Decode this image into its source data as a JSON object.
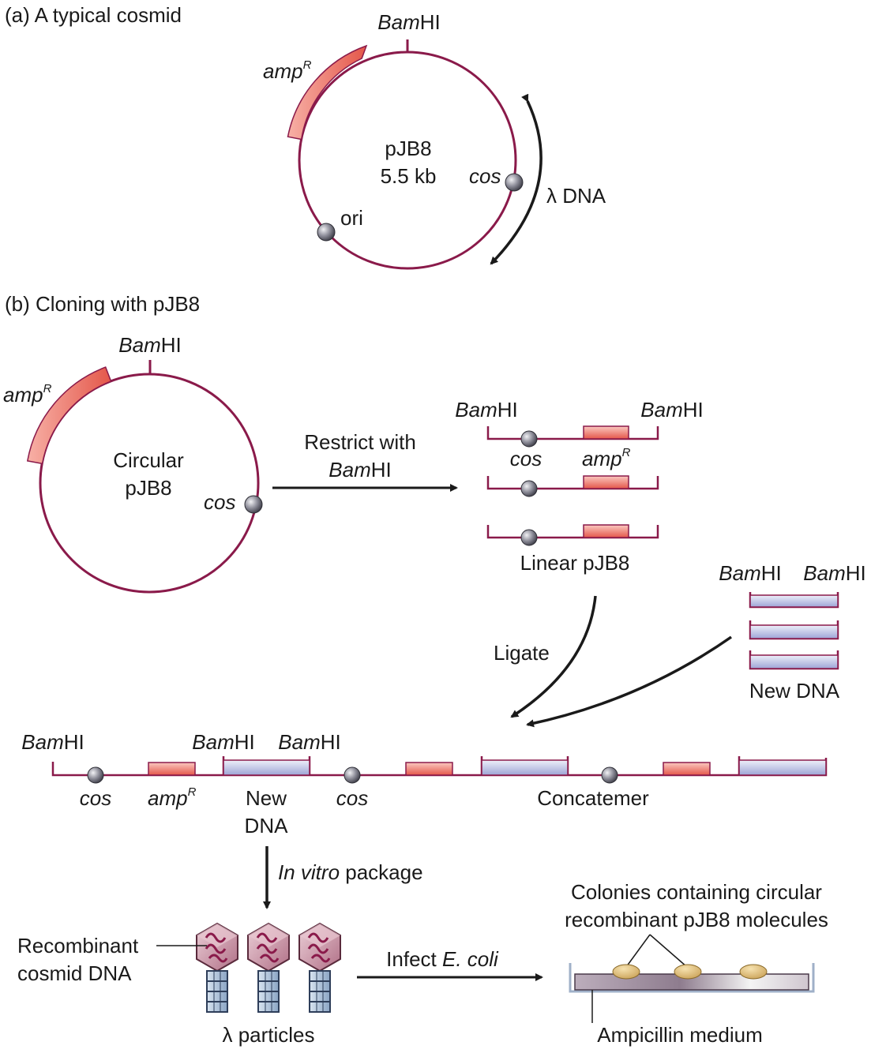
{
  "colors": {
    "dna_line": "#8a1a4a",
    "amp_fill_start": "#f7b0a6",
    "amp_fill_end": "#e4574a",
    "new_dna_fill_start": "#e6e8f7",
    "new_dna_fill_end": "#9ea5d6",
    "cos_site": "#6e6e78",
    "arrow": "#1a1a1a",
    "phage_head": "#c98a9e",
    "phage_tail": "#9fb6d2",
    "colony": "#e2c07a",
    "medium_start": "#b8aab8",
    "medium_end": "#f2f2f2"
  },
  "panel_a": {
    "heading": "(a) A typical cosmid",
    "bamhi_italic": "Bam",
    "bamhi_rest": "HI",
    "amp_italic": "amp",
    "amp_sup": "R",
    "plasmid_name": "pJB8",
    "plasmid_size": "5.5 kb",
    "cos": "cos",
    "ori": "ori",
    "lambda_dna": "λ DNA"
  },
  "panel_b": {
    "heading": "(b) Cloning with pJB8",
    "bamhi_italic": "Bam",
    "bamhi_rest": "HI",
    "amp_italic": "amp",
    "amp_sup": "R",
    "circular_line1": "Circular",
    "circular_line2": "pJB8",
    "cos": "cos",
    "restrict_line1": "Restrict with",
    "restrict_line2_italic": "Bam",
    "restrict_line2_rest": "HI",
    "linear_label": "Linear pJB8",
    "ligate": "Ligate",
    "new_dna": "New DNA",
    "concatemer": "Concatemer",
    "new_line1": "New",
    "new_line2": "DNA",
    "package_italic": "In vitro",
    "package_rest": " package",
    "recombinant_line1": "Recombinant",
    "recombinant_line2": "cosmid DNA",
    "lambda_particles": "λ particles",
    "infect_rest": "Infect ",
    "infect_italic": "E. coli",
    "colonies_line1": "Colonies containing circular",
    "colonies_line2": "recombinant pJB8 molecules",
    "ampicillin": "Ampicillin medium"
  }
}
